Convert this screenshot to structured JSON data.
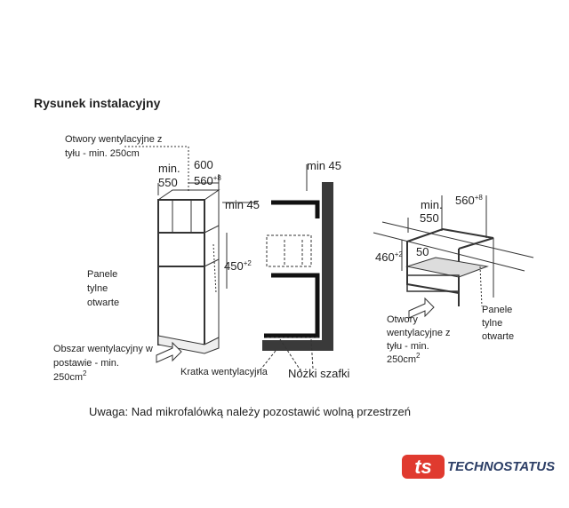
{
  "title": "Rysunek instalacyjny",
  "left_figure": {
    "vent_rear_label_line1": "Otwory wentylacyjne z",
    "vent_rear_label_line2": "tyłu - min. 250cm",
    "dim_min": "min.",
    "dim_550": "550",
    "dim_600": "600",
    "dim_560": "560",
    "dim_560_tol": "+8",
    "dim_min45": "min 45",
    "dim_450": "450",
    "dim_450_tol": "+2",
    "panels_line1": "Panele",
    "panels_line2": "tylne",
    "panels_line3": "otwarte",
    "plinth_line1": "Obszar wentylacyjny w",
    "plinth_line2": "postawie - min.",
    "plinth_line3": "250cm",
    "plinth_sup": "2"
  },
  "middle_figure": {
    "dim_min45": "min 45",
    "grille_label": "Kratka wentylacyjna",
    "feet_label": "Nóżki szafki"
  },
  "right_figure": {
    "dim_min": "min.",
    "dim_550": "550",
    "dim_560": "560",
    "dim_560_tol": "+8",
    "dim_460": "460",
    "dim_460_tol": "+2",
    "dim_50": "50",
    "vent_line1": "Otwory",
    "vent_line2": "wentylacyjne z",
    "vent_line3": "tyłu - min.",
    "vent_line4": "250cm",
    "vent_sup": "2",
    "panels_line1": "Panele",
    "panels_line2": "tylne",
    "panels_line3": "otwarte"
  },
  "note": "Uwaga: Nad mikrofalówką należy pozostawić wolną przestrzeń",
  "logo": {
    "mark": "ts",
    "text": "TECHNOSTATUS",
    "mark_color": "#e03a2f",
    "text_color": "#2c3e66"
  }
}
